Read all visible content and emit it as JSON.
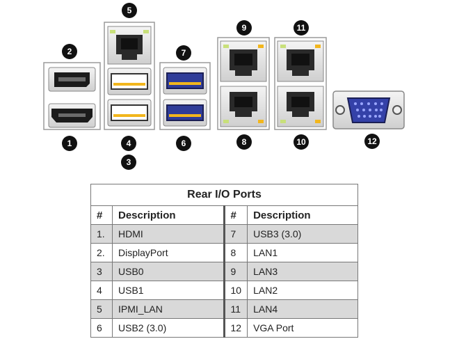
{
  "callouts": [
    "1",
    "2",
    "3",
    "4",
    "5",
    "6",
    "7",
    "8",
    "9",
    "10",
    "11",
    "12"
  ],
  "table": {
    "title": "Rear I/O Ports",
    "headers": {
      "num": "#",
      "desc": "Description"
    },
    "rows": [
      {
        "n1": "1.",
        "d1": "HDMI",
        "n2": "7",
        "d2": "USB3 (3.0)"
      },
      {
        "n1": "2.",
        "d1": "DisplayPort",
        "n2": "8",
        "d2": "LAN1"
      },
      {
        "n1": "3",
        "d1": "USB0",
        "n2": "9",
        "d2": "LAN3"
      },
      {
        "n1": "4",
        "d1": "USB1",
        "n2": "10",
        "d2": "LAN2"
      },
      {
        "n1": "5",
        "d1": "IPMI_LAN",
        "n2": "11",
        "d2": "LAN4"
      },
      {
        "n1": "6",
        "d1": "USB2 (3.0)",
        "n2": "12",
        "d2": "VGA Port"
      }
    ]
  },
  "colors": {
    "callout": "#111111",
    "usb2": "#ffffff",
    "usb3": "#2f3c98",
    "led_green": "#c8e07a",
    "led_amber": "#f2b61d",
    "vga": "#3441a8",
    "shade": "#d9d9d9"
  },
  "icons": [
    "hdmi-port-icon",
    "displayport-icon",
    "usb-port-icon",
    "rj45-port-icon",
    "vga-port-icon"
  ]
}
